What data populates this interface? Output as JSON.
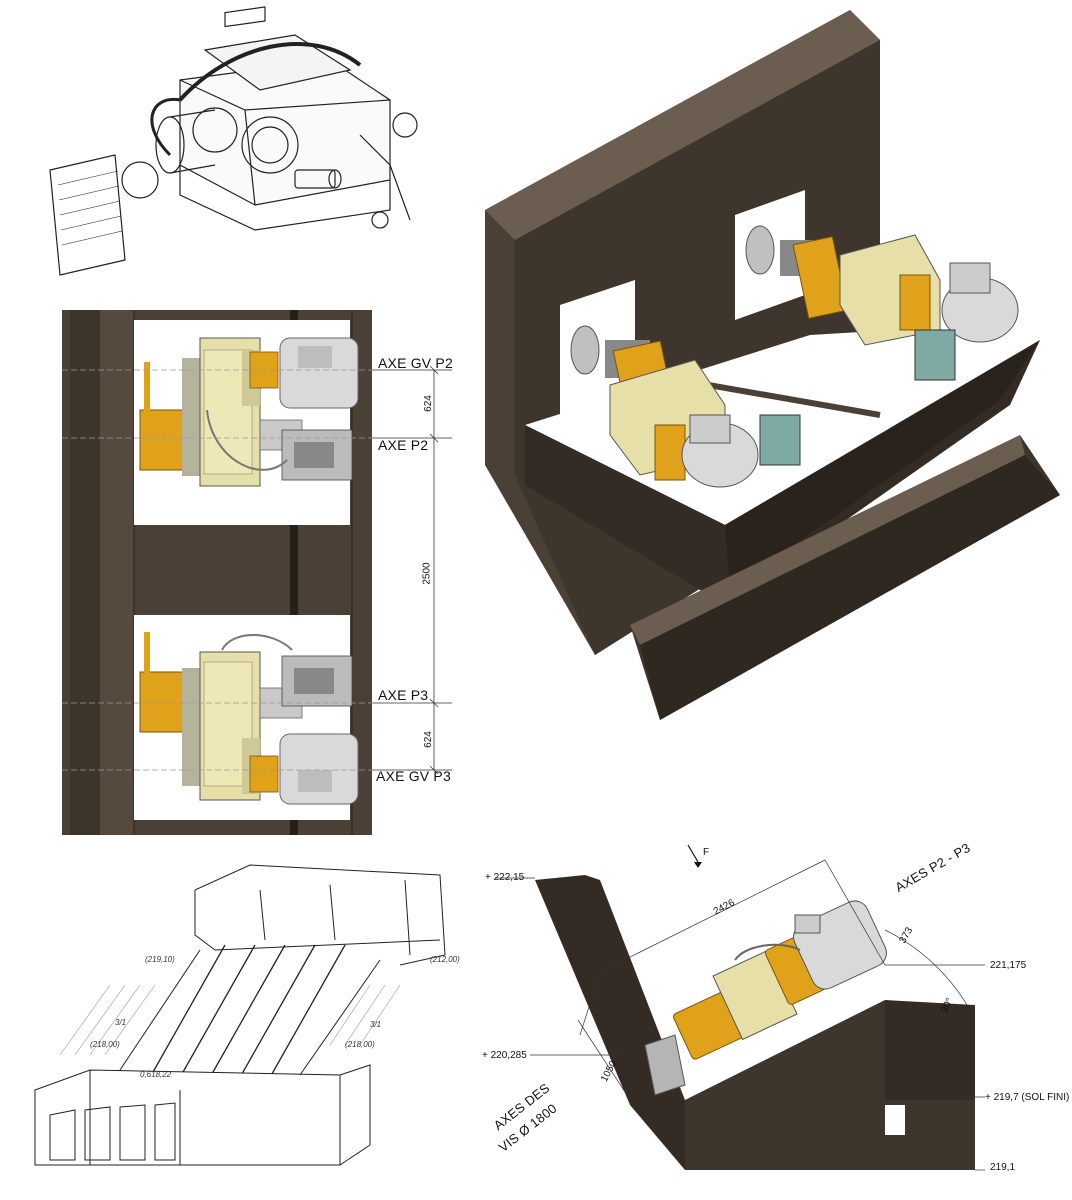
{
  "plan_view": {
    "axis_labels": {
      "gv_p2": "AXE GV P2",
      "p2": "AXE P2",
      "p3": "AXE P3",
      "gv_p3": "AXE GV P3"
    },
    "dimensions": {
      "top": "624",
      "middle": "2500",
      "bottom": "624"
    }
  },
  "section_view": {
    "north_label": "F",
    "axes_label": "AXES P2 - P3",
    "screw_axes_line1": "AXES DES",
    "screw_axes_line2": "VIS Ø 1800",
    "elevations": {
      "top": "+ 222,15",
      "motor": "221,175",
      "mid": "+ 220,285",
      "floor": "+ 219,7 (SOL FINI)",
      "bottom": "219,1"
    },
    "dimensions": {
      "length": "2426",
      "offset": "373",
      "height": "1050",
      "angle": "30°"
    }
  },
  "sketch_view": {
    "notes": [
      "(219,10)",
      "(212,00)",
      "3/1",
      "3/1",
      "(218,00)",
      "(218,00)",
      "0,618,22"
    ]
  },
  "colors": {
    "concrete": "#4a4036",
    "concrete_dark": "#332b24",
    "concrete_light": "#6b5e50",
    "gearbox": "#e6dfa8",
    "coupling": "#e0a21a",
    "motor": "#d9d9d9",
    "cooler": "#7fa9a3"
  }
}
